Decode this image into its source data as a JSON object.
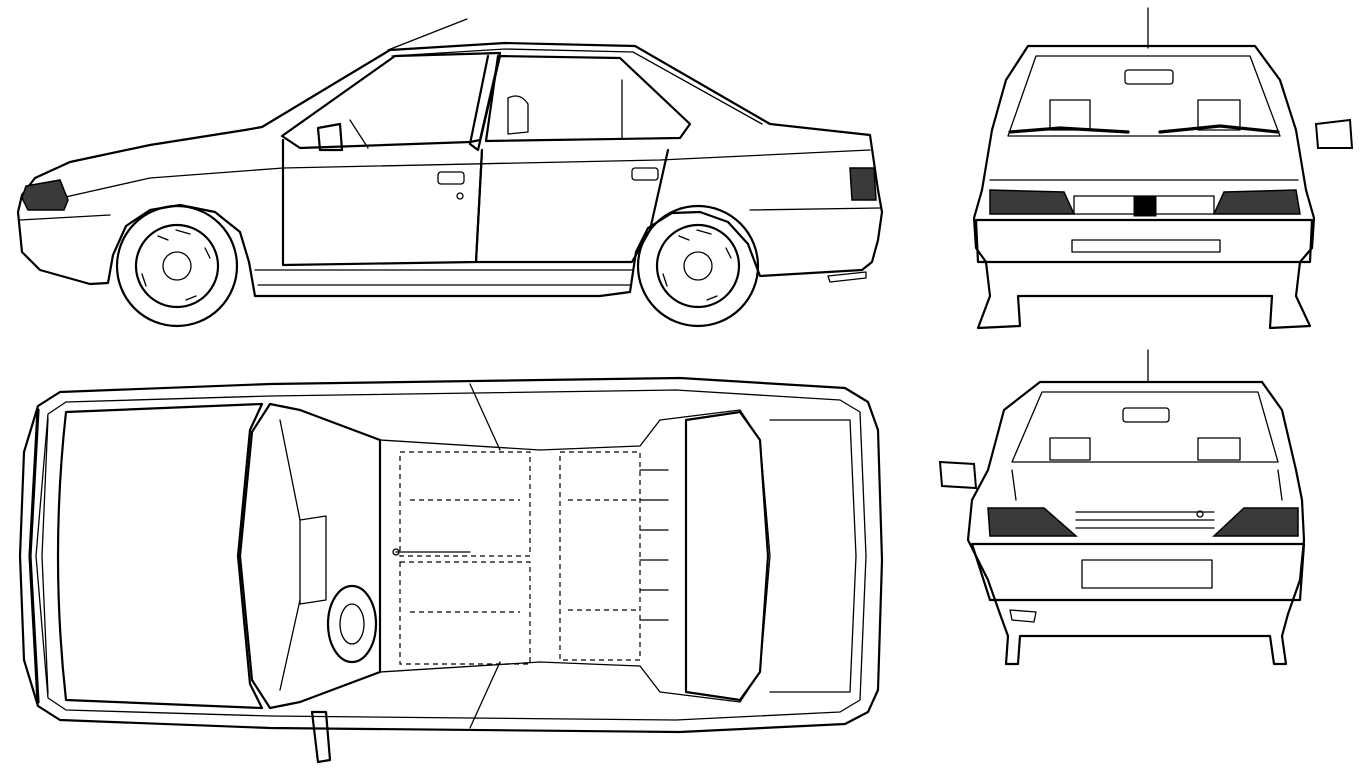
{
  "drawing": {
    "views": [
      {
        "id": "side",
        "label": ""
      },
      {
        "id": "top",
        "label": ""
      },
      {
        "id": "front",
        "label": ""
      },
      {
        "id": "rear",
        "label": ""
      }
    ]
  },
  "colors": {
    "ink": "#000000",
    "paper": "#ffffff",
    "lamp": "#3a3a3a"
  },
  "icons": [
    "car-side-view",
    "car-top-view",
    "car-front-view",
    "car-rear-view",
    "lion-badge-icon"
  ]
}
